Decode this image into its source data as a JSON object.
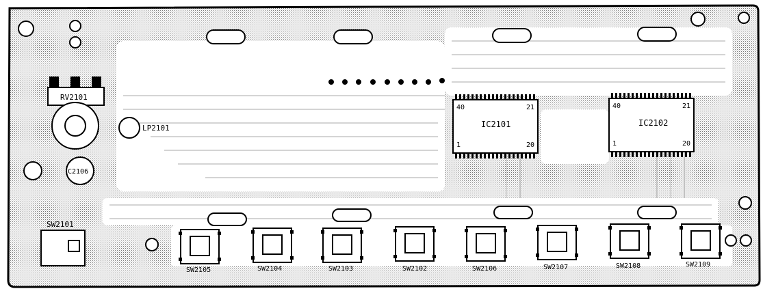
{
  "board": {
    "components": {
      "rv2101": "RV2101",
      "lp2101": "LP2101",
      "c2106": "C2106",
      "sw2101": "SW2101",
      "ic2101": {
        "name": "IC2101",
        "pin_top_left": "40",
        "pin_top_right": "21",
        "pin_bottom_left": "1",
        "pin_bottom_right": "20"
      },
      "ic2102": {
        "name": "IC2102",
        "pin_top_left": "40",
        "pin_top_right": "21",
        "pin_bottom_left": "1",
        "pin_bottom_right": "20"
      }
    },
    "switches": [
      "SW2105",
      "SW2104",
      "SW2103",
      "SW2102",
      "SW2106",
      "SW2107",
      "SW2108",
      "SW2109"
    ]
  },
  "colors": {
    "ink": "#000000",
    "paper": "#ffffff",
    "copper_hatch": "#777777"
  }
}
